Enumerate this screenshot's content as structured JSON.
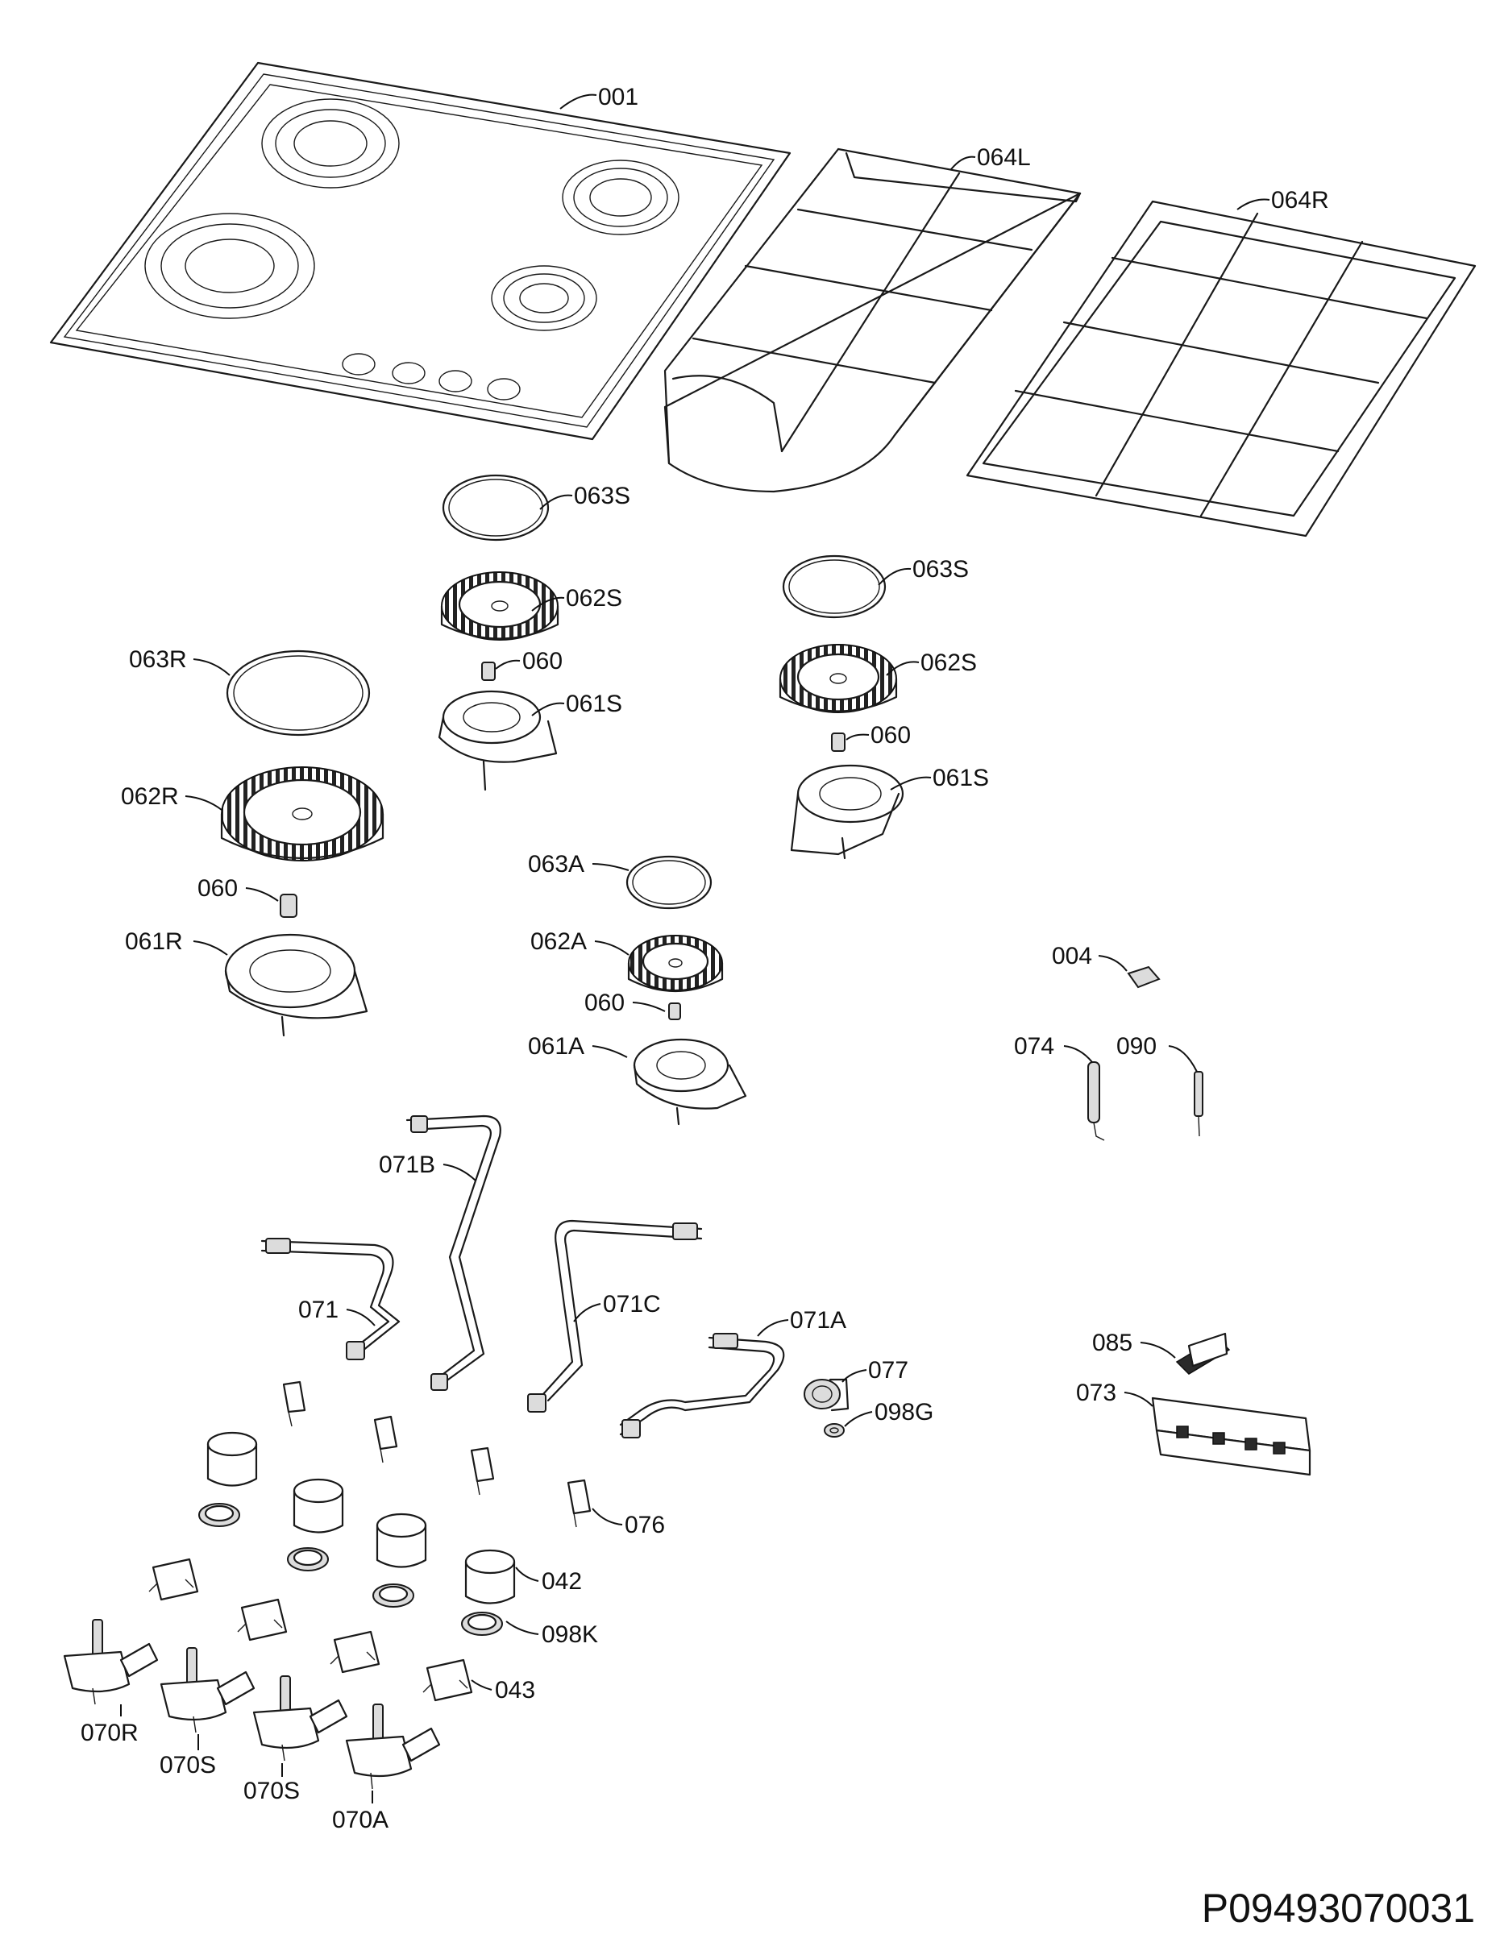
{
  "document_id": "P09493070031",
  "labels": {
    "p001": "001",
    "p064L": "064L",
    "p064R": "064R",
    "p063S_a": "063S",
    "p062S_a": "062S",
    "p060_a": "060",
    "p061S_a": "061S",
    "p063S_b": "063S",
    "p062S_b": "062S",
    "p060_b": "060",
    "p061S_b": "061S",
    "p063R": "063R",
    "p062R": "062R",
    "p060_c": "060",
    "p061R": "061R",
    "p063A": "063A",
    "p062A": "062A",
    "p060_d": "060",
    "p061A": "061A",
    "p004": "004",
    "p074": "074",
    "p090": "090",
    "p071B": "071B",
    "p071": "071",
    "p071C": "071C",
    "p071A": "071A",
    "p077": "077",
    "p098G": "098G",
    "p085": "085",
    "p073": "073",
    "p076": "076",
    "p042": "042",
    "p098K": "098K",
    "p043": "043",
    "p070R": "070R",
    "p070S_a": "070S",
    "p070S_b": "070S",
    "p070A": "070A"
  }
}
